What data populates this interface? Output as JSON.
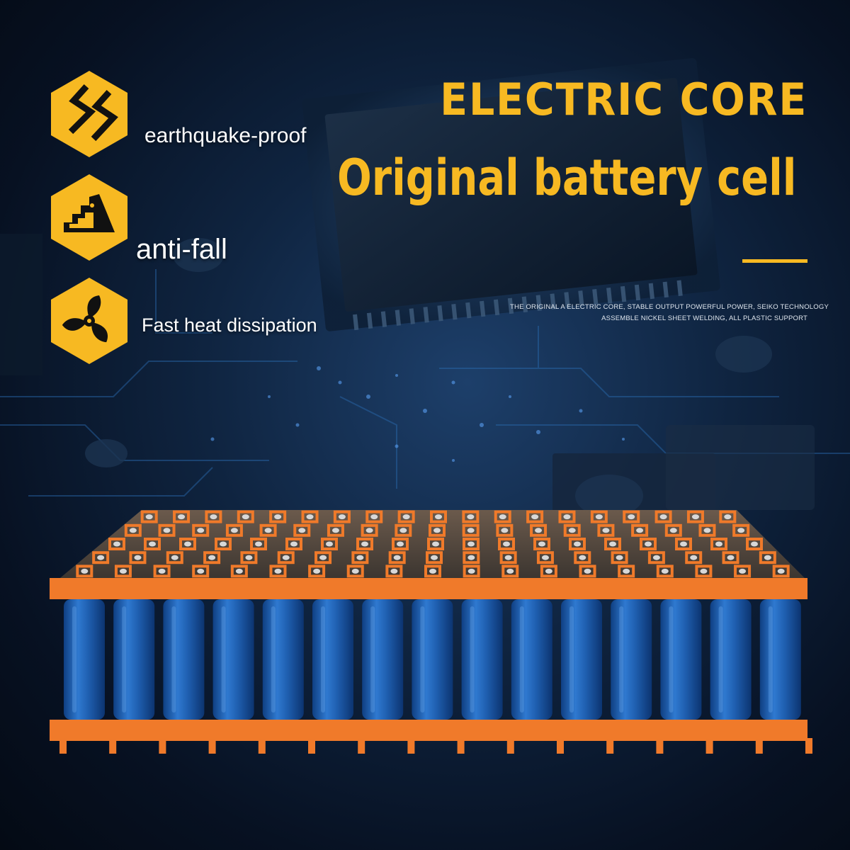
{
  "features": [
    {
      "icon": "shock-zigzag-icon",
      "label": "earthquake-proof"
    },
    {
      "icon": "staircase-fall-icon",
      "label": "anti-fall"
    },
    {
      "icon": "fan-icon",
      "label": "Fast heat dissipation"
    }
  ],
  "headline": "ELECTRIC CORE",
  "subheadline": "Original battery cell",
  "tagline": {
    "line1": "THE ORIGINAL A ELECTRIC CORE, STABLE OUTPUT POWERFUL POWER, SEIKO TECHNOLOGY",
    "line2": "ASSEMBLE NICKEL SHEET WELDING, ALL PLASTIC SUPPORT"
  },
  "colors": {
    "accent": "#f7b922",
    "cell_blue": "#1f5fb0",
    "holder_orange": "#f07a2a",
    "background": "#0a1424"
  }
}
